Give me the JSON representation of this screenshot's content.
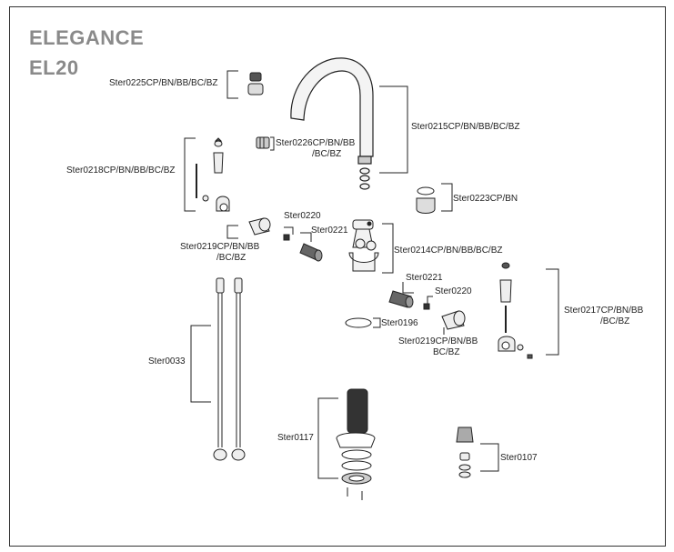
{
  "header": {
    "title": "ELEGANCE",
    "model": "EL20"
  },
  "parts": {
    "p0225": "Ster0225CP/BN/BB/BC/BZ",
    "p0226_line1": "Ster0226CP/BN/BB",
    "p0226_line2": "/BC/BZ",
    "p0215": "Ster0215CP/BN/BB/BC/BZ",
    "p0218": "Ster0218CP/BN/BB/BC/BZ",
    "p0223": "Ster0223CP/BN",
    "p0220_a": "Ster0220",
    "p0221_a": "Ster0221",
    "p0214": "Ster0214CP/BN/BB/BC/BZ",
    "p0219_a_line1": "Ster0219CP/BN/BB",
    "p0219_a_line2": "/BC/BZ",
    "p0221_b": "Ster0221",
    "p0220_b": "Ster0220",
    "p0196": "Ster0196",
    "p0217_line1": "Ster0217CP/BN/BB",
    "p0217_line2": "/BC/BZ",
    "p0219_b_line1": "Ster0219CP/BN/BB",
    "p0219_b_line2": "BC/BZ",
    "p0033": "Ster0033",
    "p0117": "Ster0117",
    "p0107": "Ster0107"
  },
  "colors": {
    "border": "#333333",
    "title": "#8a8a8a",
    "line": "#222222"
  }
}
